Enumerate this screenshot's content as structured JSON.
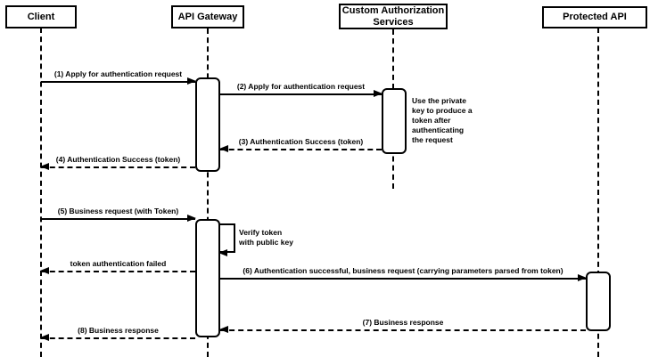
{
  "diagram": {
    "type": "uml-sequence",
    "colors": {
      "background": "#ffffff",
      "line": "#000000",
      "shape_fill": "#ffffff"
    },
    "actors": [
      {
        "label": "Client"
      },
      {
        "label": "API Gateway"
      },
      {
        "label": "Custom Authorization\nServices"
      },
      {
        "label": "Protected API"
      }
    ],
    "messages": [
      {
        "label": "(1) Apply for authentication request",
        "from": "Client",
        "to": "API Gateway",
        "style": "solid"
      },
      {
        "label": "(2) Apply for authentication request",
        "from": "API Gateway",
        "to": "Custom Authorization Services",
        "style": "solid"
      },
      {
        "label": "(3) Authentication Success (token)",
        "from": "Custom Authorization Services",
        "to": "API Gateway",
        "style": "dashed"
      },
      {
        "label": "(4) Authentication Success (token)",
        "from": "API Gateway",
        "to": "Client",
        "style": "dashed"
      },
      {
        "label": "(5) Business request (with Token)",
        "from": "Client",
        "to": "API Gateway",
        "style": "solid"
      },
      {
        "label": "Verify token\nwith public key",
        "from": "API Gateway",
        "to": "API Gateway",
        "style": "self"
      },
      {
        "label": "token authentication failed",
        "from": "API Gateway",
        "to": "Client",
        "style": "dashed"
      },
      {
        "label": "(6) Authentication successful, business request (carrying parameters parsed from token)",
        "from": "API Gateway",
        "to": "Protected API",
        "style": "solid"
      },
      {
        "label": "(7) Business response",
        "from": "Protected API",
        "to": "API Gateway",
        "style": "dashed"
      },
      {
        "label": "(8) Business response",
        "from": "API Gateway",
        "to": "Client",
        "style": "dashed"
      }
    ],
    "notes": [
      {
        "text": "Use the private\nkey to produce a\ntoken after\nauthenticating\nthe request",
        "attached_to": "Custom Authorization Services"
      }
    ]
  }
}
